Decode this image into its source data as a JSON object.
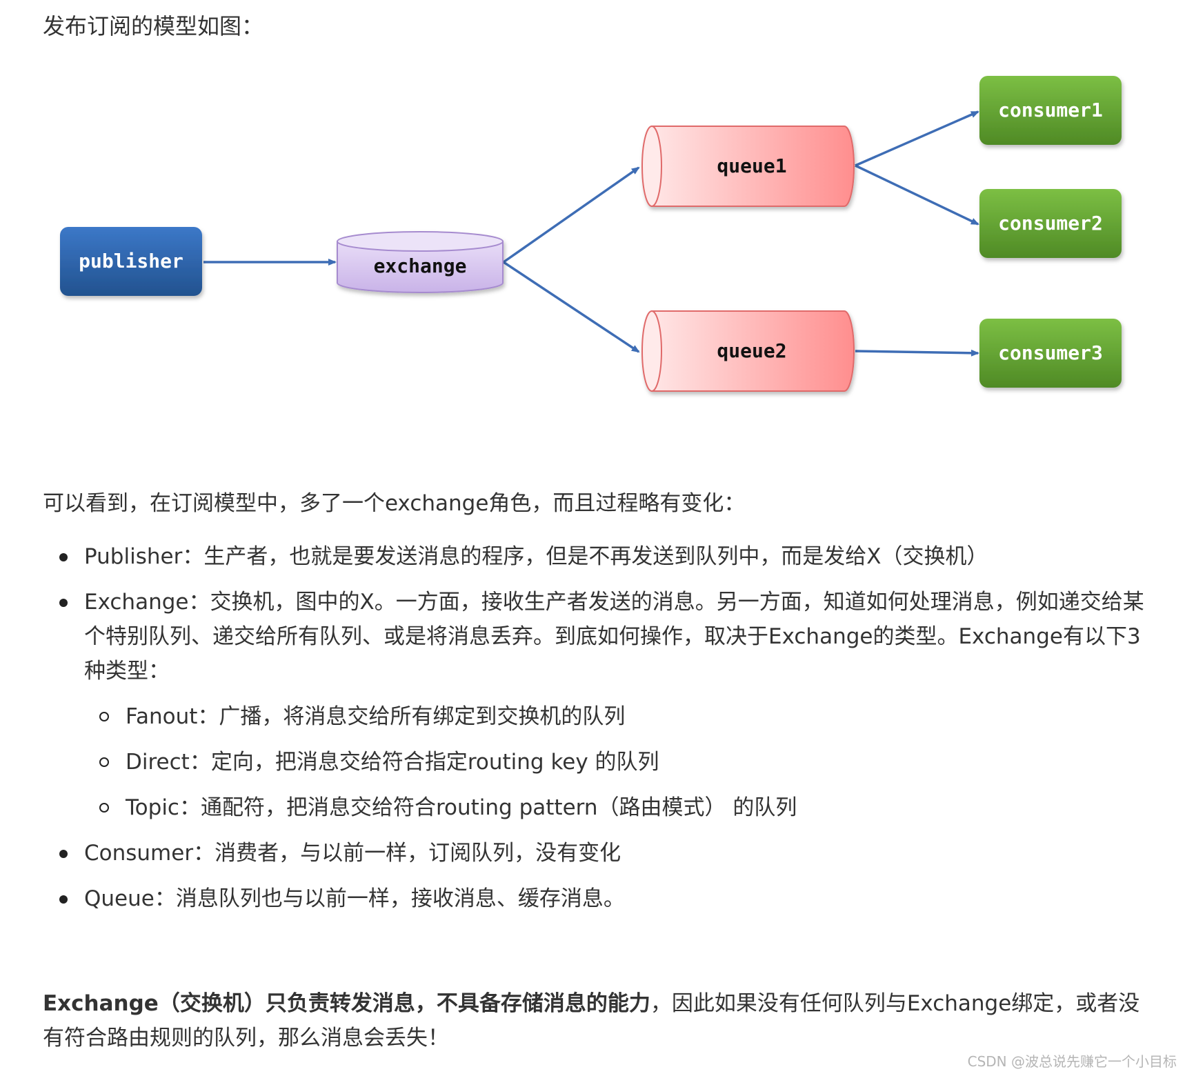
{
  "intro": "发布订阅的模型如图：",
  "diagram": {
    "publisher": "publisher",
    "exchange": "exchange",
    "queue1": "queue1",
    "queue2": "queue2",
    "consumer1": "consumer1",
    "consumer2": "consumer2",
    "consumer3": "consumer3",
    "colors": {
      "publisher": "#2f62a9",
      "exchange": "#d8c8ee",
      "queue": "#ff9a9a",
      "consumer": "#6aa53a",
      "arrow": "#3e6db5"
    }
  },
  "para1": "可以看到，在订阅模型中，多了一个exchange角色，而且过程略有变化：",
  "items": {
    "publisher": "Publisher：生产者，也就是要发送消息的程序，但是不再发送到队列中，而是发给X（交换机）",
    "exchange": "Exchange：交换机，图中的X。一方面，接收生产者发送的消息。另一方面，知道如何处理消息，例如递交给某个特别队列、递交给所有队列、或是将消息丢弃。到底如何操作，取决于Exchange的类型。Exchange有以下3种类型：",
    "fanout": "Fanout：广播，将消息交给所有绑定到交换机的队列",
    "direct": "Direct：定向，把消息交给符合指定routing key 的队列",
    "topic": "Topic：通配符，把消息交给符合routing pattern（路由模式） 的队列",
    "consumer": "Consumer：消费者，与以前一样，订阅队列，没有变化",
    "queue": "Queue：消息队列也与以前一样，接收消息、缓存消息。"
  },
  "footer": {
    "bold": "Exchange（交换机）只负责转发消息，不具备存储消息的能力",
    "rest": "，因此如果没有任何队列与Exchange绑定，或者没有符合路由规则的队列，那么消息会丢失！"
  },
  "watermark": "CSDN @波总说先赚它一个小目标"
}
